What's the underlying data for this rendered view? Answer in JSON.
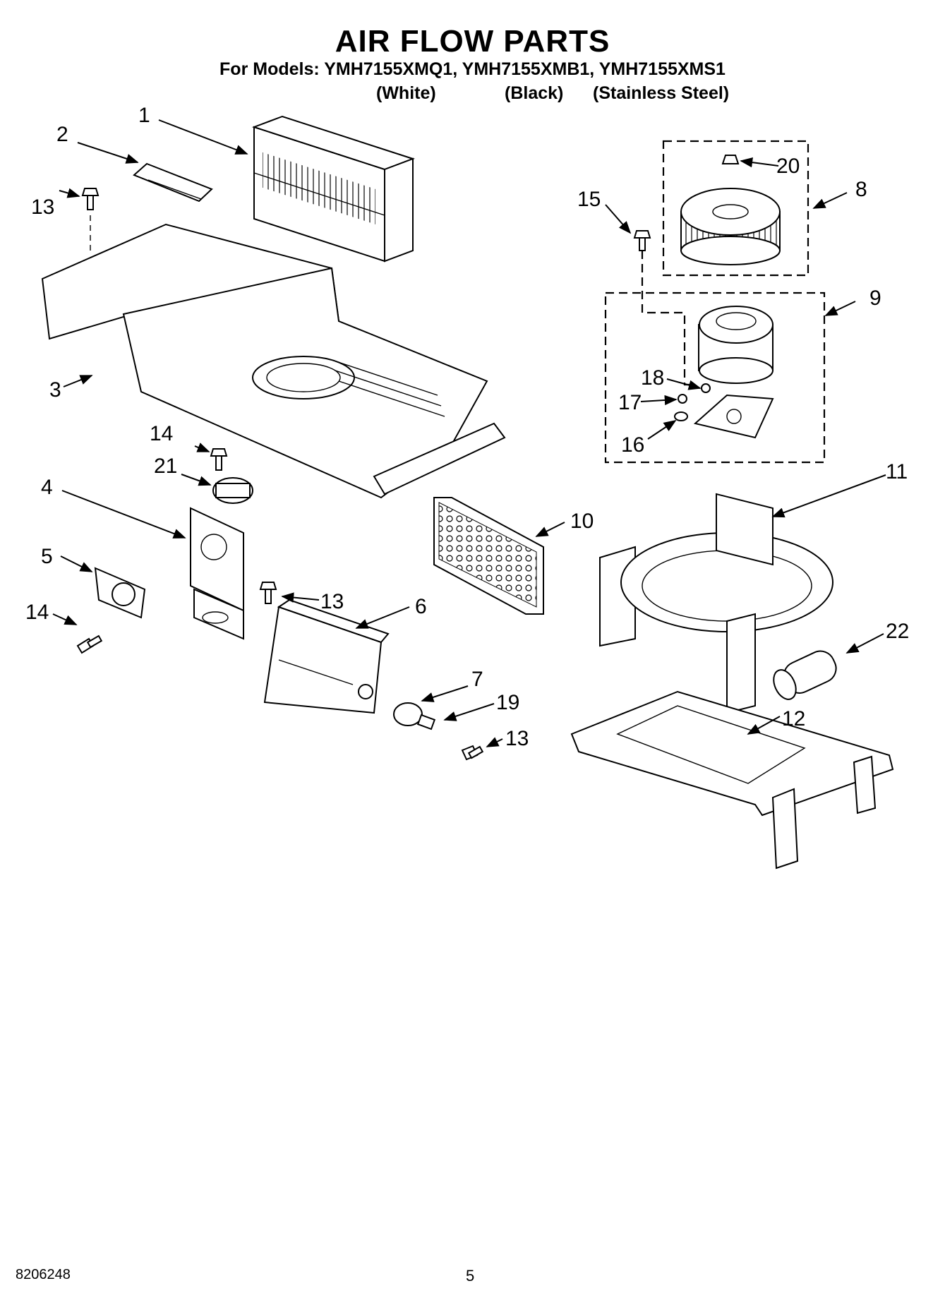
{
  "header": {
    "title": "AIR FLOW PARTS",
    "models_line": "For Models: YMH7155XMQ1, YMH7155XMB1, YMH7155XMS1",
    "variants": [
      "(White)",
      "(Black)",
      "(Stainless Steel)"
    ]
  },
  "callouts": {
    "c1": "1",
    "c2": "2",
    "c3": "3",
    "c4": "4",
    "c5": "5",
    "c6": "6",
    "c7": "7",
    "c8": "8",
    "c9": "9",
    "c10": "10",
    "c11": "11",
    "c12": "12",
    "c13a": "13",
    "c13b": "13",
    "c13c": "13",
    "c14a": "14",
    "c14b": "14",
    "c15": "15",
    "c16": "16",
    "c17": "17",
    "c18": "18",
    "c19": "19",
    "c20": "20",
    "c21": "21",
    "c22": "22"
  },
  "footer": {
    "doc_number": "8206248",
    "page_number": "5"
  }
}
